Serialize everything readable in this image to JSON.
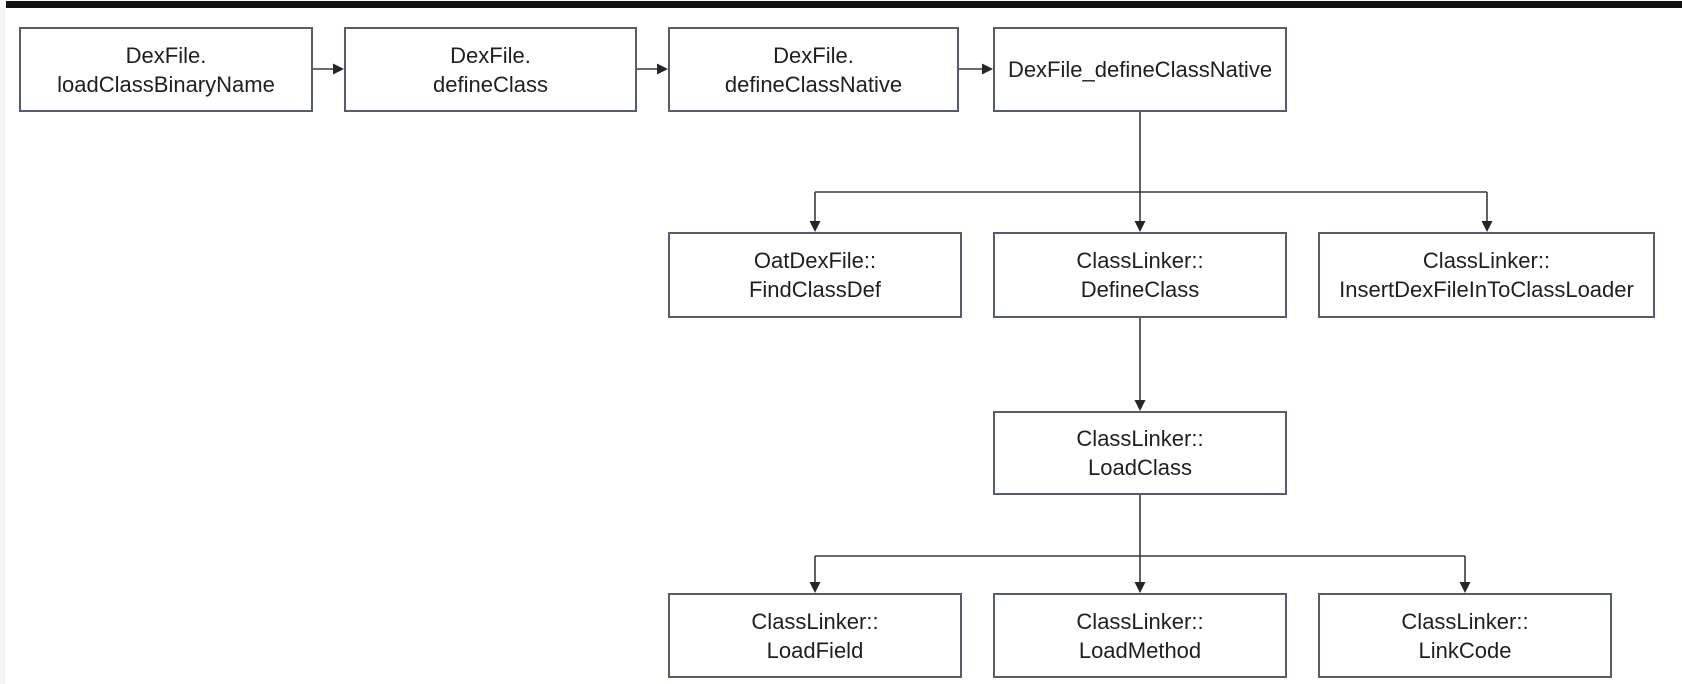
{
  "diagram": {
    "nodes": [
      {
        "id": "loadClassBinaryName",
        "line1": "DexFile.",
        "line2": "loadClassBinaryName"
      },
      {
        "id": "defineClass",
        "line1": "DexFile.",
        "line2": "defineClass"
      },
      {
        "id": "defineClassNative",
        "line1": "DexFile.",
        "line2": "defineClassNative"
      },
      {
        "id": "DexFile_defineClassNative",
        "line1": "DexFile_defineClassNative"
      },
      {
        "id": "FindClassDef",
        "line1": "OatDexFile::",
        "line2": "FindClassDef"
      },
      {
        "id": "DefineClass",
        "line1": "ClassLinker::",
        "line2": "DefineClass"
      },
      {
        "id": "InsertDexFileInToClassLoader",
        "line1": "ClassLinker::",
        "line2": "InsertDexFileInToClassLoader"
      },
      {
        "id": "LoadClass",
        "line1": "ClassLinker::",
        "line2": "LoadClass"
      },
      {
        "id": "LoadField",
        "line1": "ClassLinker::",
        "line2": "LoadField"
      },
      {
        "id": "LoadMethod",
        "line1": "ClassLinker::",
        "line2": "LoadMethod"
      },
      {
        "id": "LinkCode",
        "line1": "ClassLinker::",
        "line2": "LinkCode"
      }
    ],
    "edges": [
      {
        "from": "loadClassBinaryName",
        "to": "defineClass"
      },
      {
        "from": "defineClass",
        "to": "defineClassNative"
      },
      {
        "from": "defineClassNative",
        "to": "DexFile_defineClassNative"
      },
      {
        "from": "DexFile_defineClassNative",
        "to": "FindClassDef"
      },
      {
        "from": "DexFile_defineClassNative",
        "to": "DefineClass"
      },
      {
        "from": "DexFile_defineClassNative",
        "to": "InsertDexFileInToClassLoader"
      },
      {
        "from": "DefineClass",
        "to": "LoadClass"
      },
      {
        "from": "LoadClass",
        "to": "LoadField"
      },
      {
        "from": "LoadClass",
        "to": "LoadMethod"
      },
      {
        "from": "LoadClass",
        "to": "LinkCode"
      }
    ],
    "colors": {
      "box_border": "#565b74",
      "box_fill": "#ffffff",
      "text": "#1f1f1f",
      "connector": "#3b3b3b",
      "arrowhead": "#262626",
      "top_bar": "#111111",
      "left_gutter": "#f3f3f3"
    }
  }
}
